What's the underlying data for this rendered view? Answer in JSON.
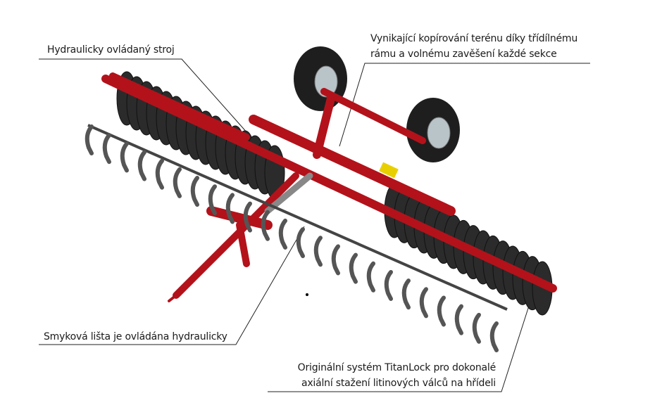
{
  "callouts": {
    "hydraulic_machine": "Hydraulicky ovládaný stroj",
    "terrain_copy": {
      "line1": "Vynikající kopírování terénu díky třídílnému",
      "line2": "rámu a volnému zavěšení každé sekce"
    },
    "shear_bar": "Smyková lišta je ovládána hydraulicky",
    "titanlock": {
      "line1": "Originální systém TitanLock pro dokonalé",
      "line2": "axiální stažení litinových válců na hřídeli"
    }
  },
  "colors": {
    "frame": "#b3121b",
    "frame_dark": "#7a0a10",
    "roller": "#2b2b2b",
    "tine": "#555555",
    "tire": "#1e1e1e",
    "rim": "#b9c4c8"
  }
}
